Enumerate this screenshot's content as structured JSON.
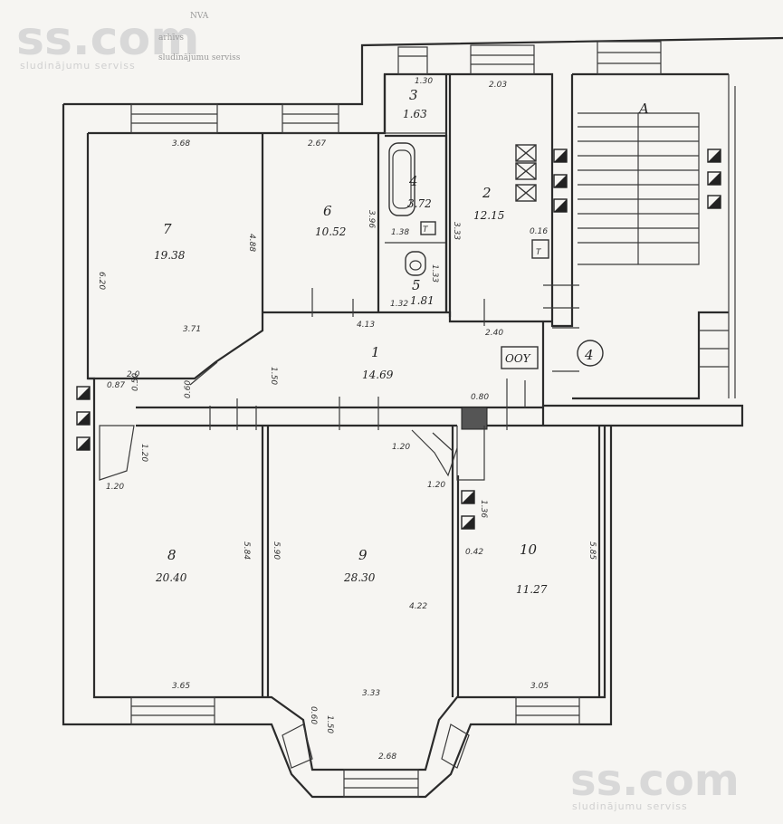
{
  "watermark": {
    "brand": "ss.com",
    "tagline": "sludinājumu serviss"
  },
  "header_stamp": [
    "NVA",
    "arhīvs",
    "sludinājumu serviss"
  ],
  "stair_label": "A",
  "apartment_number": "4",
  "meter_label": "OOY",
  "rooms": [
    {
      "id": "1",
      "area": "14.69"
    },
    {
      "id": "2",
      "area": "12.15"
    },
    {
      "id": "3",
      "area": "1.63"
    },
    {
      "id": "4",
      "area": "3.72"
    },
    {
      "id": "5",
      "area": "1.81"
    },
    {
      "id": "6",
      "area": "10.52"
    },
    {
      "id": "7",
      "area": "19.38"
    },
    {
      "id": "8",
      "area": "20.40"
    },
    {
      "id": "9",
      "area": "28.30"
    },
    {
      "id": "10",
      "area": "11.27"
    }
  ],
  "dimensions": [
    "3.68",
    "2.67",
    "2.03",
    "1.30",
    "6.20",
    "4.88",
    "3.96",
    "3.33",
    "3.71",
    "4.13",
    "1.33",
    "1.32",
    "1.38",
    "2.40",
    "0.87",
    "2.0",
    "0.50",
    "0.60",
    "1.50",
    "1.20",
    "1.20",
    "1.20",
    "1.20",
    "5.84",
    "5.90",
    "4.22",
    "5.85",
    "3.65",
    "3.33",
    "3.05",
    "2.68",
    "1.50",
    "0.60",
    "0.42",
    "1.36",
    "0.80",
    "0.16"
  ]
}
